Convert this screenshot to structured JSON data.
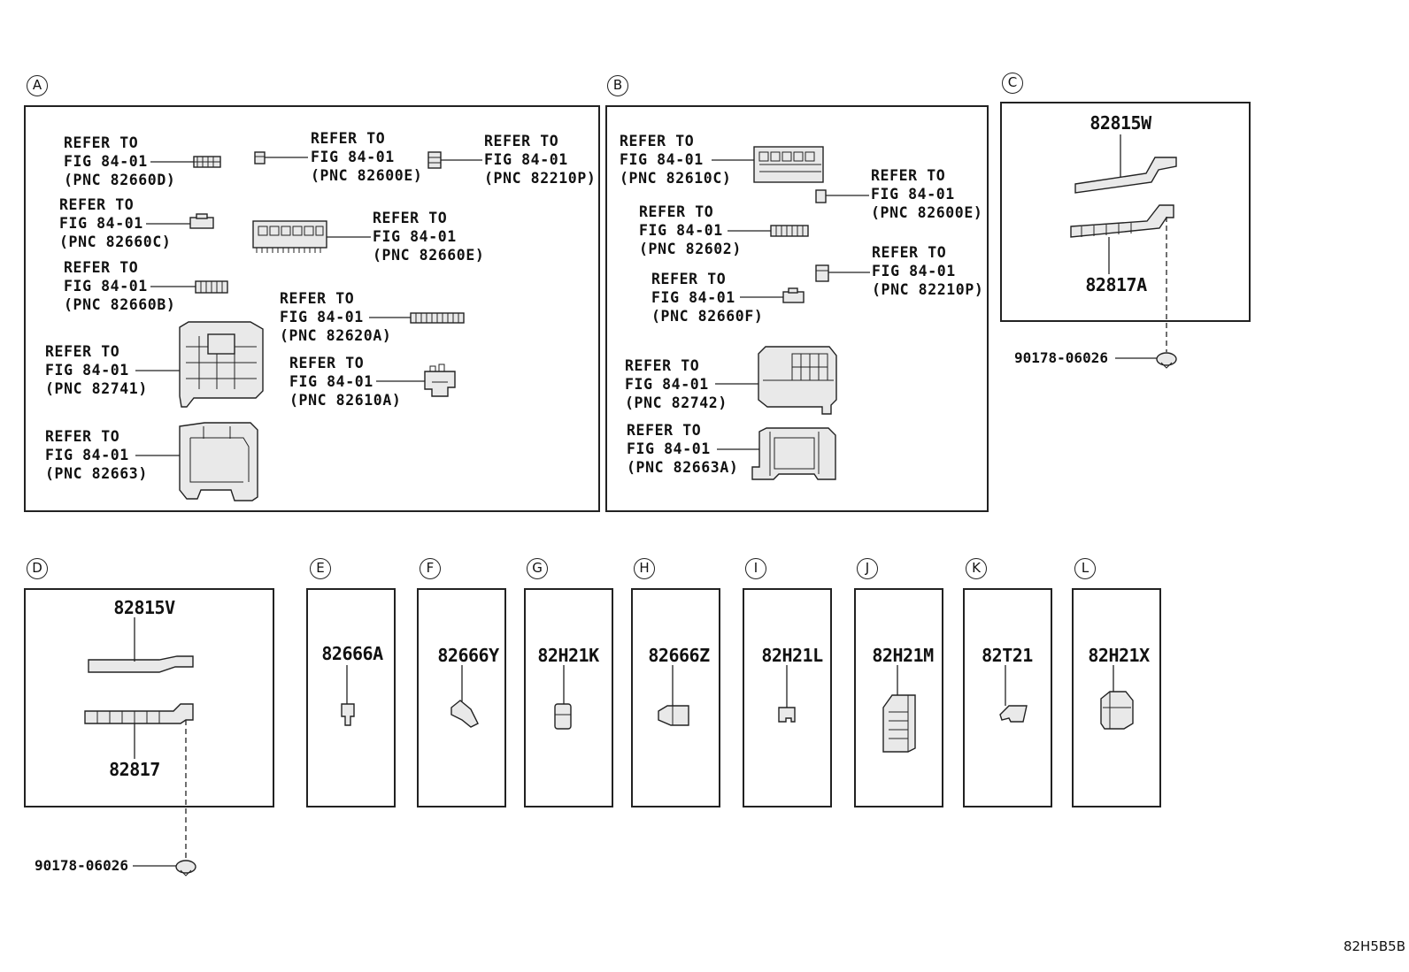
{
  "refer_lines": [
    "REFER TO",
    "FIG 84-01"
  ],
  "sections": {
    "A": {
      "label": "A",
      "refs": [
        "(PNC 82660D)",
        "(PNC 82600E)",
        "(PNC 82210P)",
        "(PNC 82660C)",
        "(PNC 82660E)",
        "(PNC 82660B)",
        "(PNC 82620A)",
        "(PNC 82741)",
        "(PNC 82610A)",
        "(PNC 82663)"
      ]
    },
    "B": {
      "label": "B",
      "refs": [
        "(PNC 82610C)",
        "(PNC 82600E)",
        "(PNC 82602)",
        "(PNC 82210P)",
        "(PNC 82660F)",
        "(PNC 82742)",
        "(PNC 82663A)"
      ]
    },
    "C": {
      "label": "C",
      "parts": [
        "82815W",
        "82817A"
      ],
      "clip": "90178-06026"
    },
    "D": {
      "label": "D",
      "parts": [
        "82815V",
        "82817"
      ],
      "clip": "90178-06026"
    },
    "E": {
      "label": "E",
      "part": "82666A"
    },
    "F": {
      "label": "F",
      "part": "82666Y"
    },
    "G": {
      "label": "G",
      "part": "82H21K"
    },
    "H": {
      "label": "H",
      "part": "82666Z"
    },
    "I": {
      "label": "I",
      "part": "82H21L"
    },
    "J": {
      "label": "J",
      "part": "82H21M"
    },
    "K": {
      "label": "K",
      "part": "82T21"
    },
    "L": {
      "label": "L",
      "part": "82H21X"
    }
  },
  "drawing_code": "82H5B5B"
}
